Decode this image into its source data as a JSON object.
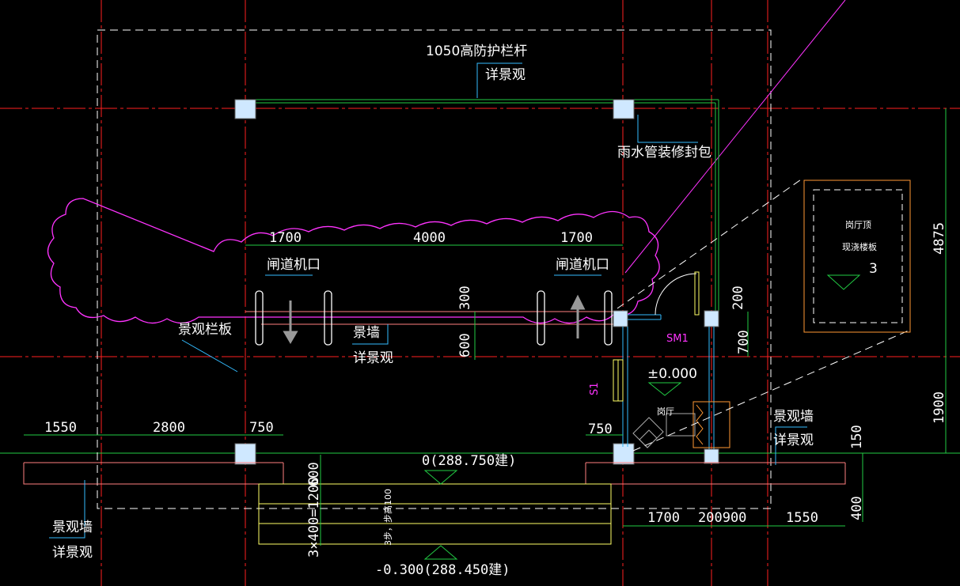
{
  "colors": {
    "background": "#000000",
    "grid_axis": "#ff2020",
    "dashed_outline": "#ffffff",
    "cloud": "#ff33ff",
    "green_line": "#22cc44",
    "cyan_line": "#33bbff",
    "yellow_line": "#ffff66",
    "orange_line": "#ff9933",
    "pink_line": "#ff8080",
    "column_fill": "#cfe8ff"
  },
  "labels": {
    "guardrail": "1050高防护栏杆",
    "guardrail_ref": "详景观",
    "downpipe": "雨水管装修封包",
    "gate_left": "闸道机口",
    "gate_right": "闸道机口",
    "landscape_panel": "景观栏板",
    "landscape_wall_mid": "景墙",
    "landscape_wall_mid_ref": "详景观",
    "booth_roof": "岗厅顶",
    "booth_roof_2": "现浇楼板",
    "booth_roof_num": "3",
    "sm1": "SM1",
    "s1": "S1",
    "level_zero": "±0.000",
    "booth": "岗厅",
    "wall_right": "景观墙",
    "wall_right_ref": "详景观",
    "wall_left": "景观墙",
    "wall_left_ref": "详景观",
    "stair_note": "3步，步高100",
    "level_top": "0(288.750建)",
    "level_bottom": "-0.300(288.450建)"
  },
  "dimensions": {
    "top_left": "1700",
    "top_mid": "4000",
    "top_right": "1700",
    "v_300": "300",
    "v_600": "600",
    "v_200": "200",
    "v_700": "700",
    "right_4875": "4875",
    "right_1900": "1900",
    "right_150": "150",
    "right_400": "400",
    "bottom_left_1550": "1550",
    "bottom_left_2800": "2800",
    "bottom_left_750": "750",
    "bottom_right_750": "750",
    "stair_width": "3×400=1200",
    "stair_600": "600",
    "bottom_r_1700": "1700",
    "bottom_r_200900": "200900",
    "bottom_r_1550": "1550"
  }
}
